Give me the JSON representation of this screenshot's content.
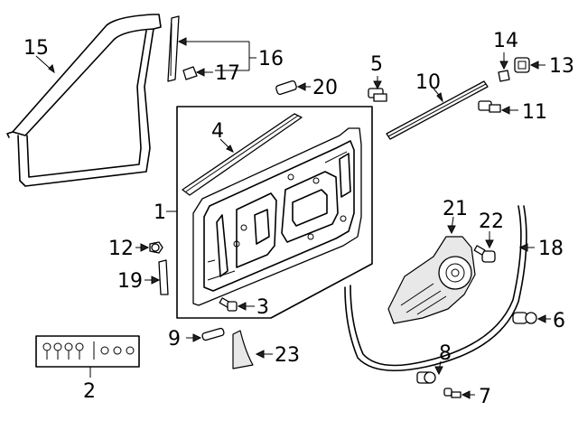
{
  "callouts": [
    {
      "id": "1",
      "label": "1"
    },
    {
      "id": "2",
      "label": "2"
    },
    {
      "id": "3",
      "label": "3"
    },
    {
      "id": "4",
      "label": "4"
    },
    {
      "id": "5",
      "label": "5"
    },
    {
      "id": "6",
      "label": "6"
    },
    {
      "id": "7",
      "label": "7"
    },
    {
      "id": "8",
      "label": "8"
    },
    {
      "id": "9",
      "label": "9"
    },
    {
      "id": "10",
      "label": "10"
    },
    {
      "id": "11",
      "label": "11"
    },
    {
      "id": "12",
      "label": "12"
    },
    {
      "id": "13",
      "label": "13"
    },
    {
      "id": "14",
      "label": "14"
    },
    {
      "id": "15",
      "label": "15"
    },
    {
      "id": "16",
      "label": "16"
    },
    {
      "id": "17",
      "label": "17"
    },
    {
      "id": "18",
      "label": "18"
    },
    {
      "id": "19",
      "label": "19"
    },
    {
      "id": "20",
      "label": "20"
    },
    {
      "id": "21",
      "label": "21"
    },
    {
      "id": "22",
      "label": "22"
    },
    {
      "id": "23",
      "label": "23"
    }
  ],
  "colors": {
    "line": "#000000",
    "background": "#ffffff",
    "shade": "#e8e8e8"
  }
}
